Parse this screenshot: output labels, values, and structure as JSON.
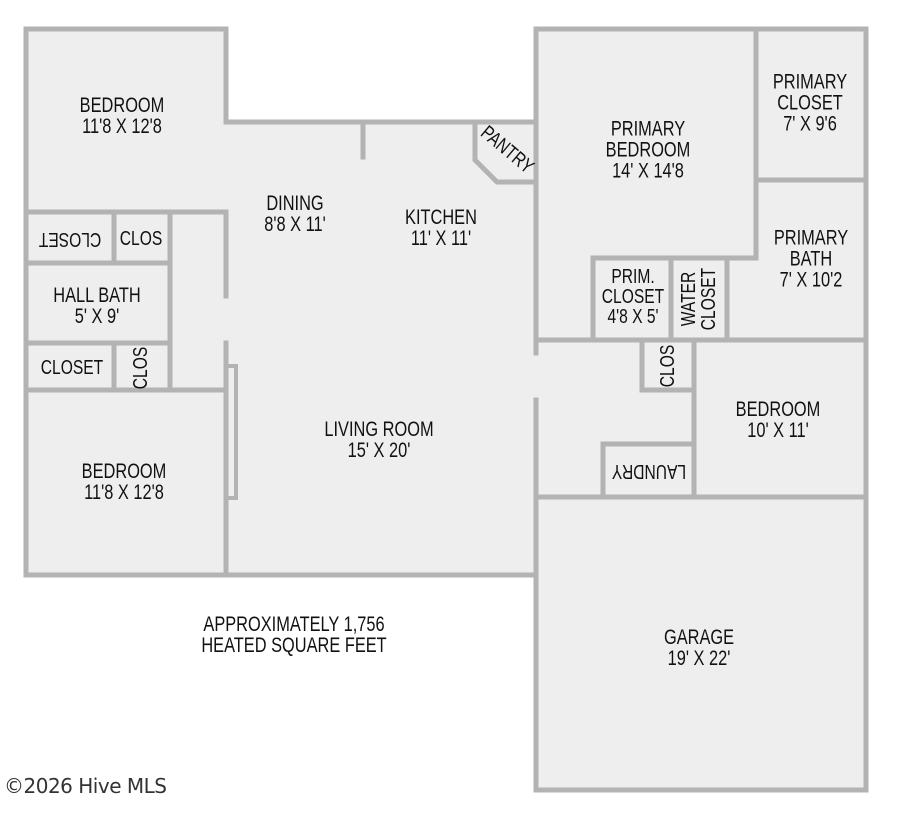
{
  "floorplan": {
    "colors": {
      "wall": "#b3b3b3",
      "wall_edge": "#9c9c9c",
      "floor": "#eeeeee",
      "text": "#111111",
      "background": "#ffffff"
    },
    "rooms": {
      "bedroom_nw": {
        "name": "BEDROOM",
        "dims": "11'8 X 12'8"
      },
      "closet_nw": {
        "name": "CLOSET"
      },
      "clos_nw": {
        "name": "CLOS"
      },
      "hall_bath": {
        "name": "HALL BATH",
        "dims": "5' X 9'"
      },
      "closet_sw": {
        "name": "CLOSET"
      },
      "clos_sw": {
        "name": "CLOS"
      },
      "bedroom_sw": {
        "name": "BEDROOM",
        "dims": "11'8 X 12'8"
      },
      "dining": {
        "name": "DINING",
        "dims": "8'8 X 11'"
      },
      "kitchen": {
        "name": "KITCHEN",
        "dims": "11' X 11'"
      },
      "pantry": {
        "name": "PANTRY"
      },
      "living_room": {
        "name": "LIVING ROOM",
        "dims": "15' X 20'"
      },
      "primary_bedroom": {
        "line1": "PRIMARY",
        "line2": "BEDROOM",
        "dims": "14' X 14'8"
      },
      "primary_closet": {
        "line1": "PRIMARY",
        "line2": "CLOSET",
        "dims": "7' X 9'6"
      },
      "primary_bath": {
        "line1": "PRIMARY",
        "line2": "BATH",
        "dims": "7' X 10'2"
      },
      "prim_closet": {
        "line1": "PRIM.",
        "line2": "CLOSET",
        "dims": "4'8 X 5'"
      },
      "water_closet": {
        "line1": "WATER",
        "line2": "CLOSET"
      },
      "clos_east": {
        "name": "CLOS"
      },
      "bedroom_east": {
        "name": "BEDROOM",
        "dims": "10' X 11'"
      },
      "laundry": {
        "name": "LAUNDRY"
      },
      "garage": {
        "name": "GARAGE",
        "dims": "19' X 22'"
      }
    },
    "notes": {
      "area_line1": "APPROXIMATELY 1,756",
      "area_line2": "HEATED SQUARE FEET"
    },
    "copyright": "©2026 Hive MLS"
  }
}
